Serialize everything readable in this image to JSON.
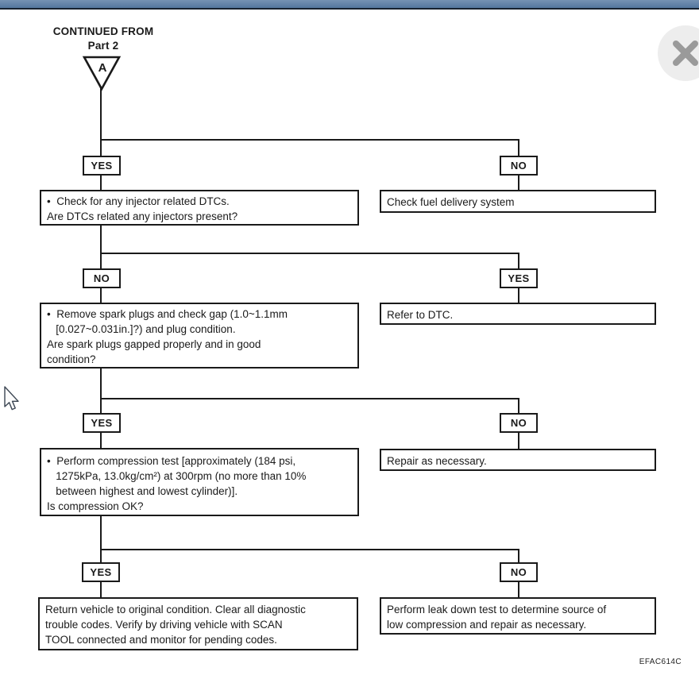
{
  "page": {
    "code_label": "EFAC614C"
  },
  "icons": {
    "close": "✕",
    "cursor": "arrow-pointer",
    "connector": "triangle-down"
  },
  "flow": {
    "continued_from_line1": "CONTINUED FROM",
    "continued_from_line2": "Part 2",
    "connector_label": "A",
    "rows": [
      {
        "left_branch": "YES",
        "right_branch": "NO",
        "left_lines": [
          "•  Check for any injector related DTCs.",
          "Are DTCs related any injectors present?"
        ],
        "right_lines": [
          "Check fuel delivery system"
        ]
      },
      {
        "left_branch": "NO",
        "right_branch": "YES",
        "left_lines": [
          "•  Remove spark plugs and check gap (1.0~1.1mm",
          "   [0.027~0.031in.]?) and plug condition.",
          "Are spark plugs gapped properly and in good",
          "condition?"
        ],
        "right_lines": [
          "Refer to DTC."
        ]
      },
      {
        "left_branch": "YES",
        "right_branch": "NO",
        "left_lines": [
          "•  Perform compression test [approximately (184 psi,",
          "   1275kPa, 13.0kg/cm²) at 300rpm (no more than 10%",
          "   between highest and lowest cylinder)].",
          "Is compression OK?"
        ],
        "right_lines": [
          "Repair as necessary."
        ]
      },
      {
        "left_branch": "YES",
        "right_branch": "NO",
        "left_lines": [
          "Return vehicle to original condition. Clear all diagnostic",
          "trouble codes. Verify by driving vehicle with SCAN",
          "TOOL connected and monitor for pending codes."
        ],
        "right_lines": [
          "Perform leak down test to determine source of",
          "low compression and repair as necessary."
        ]
      }
    ]
  }
}
